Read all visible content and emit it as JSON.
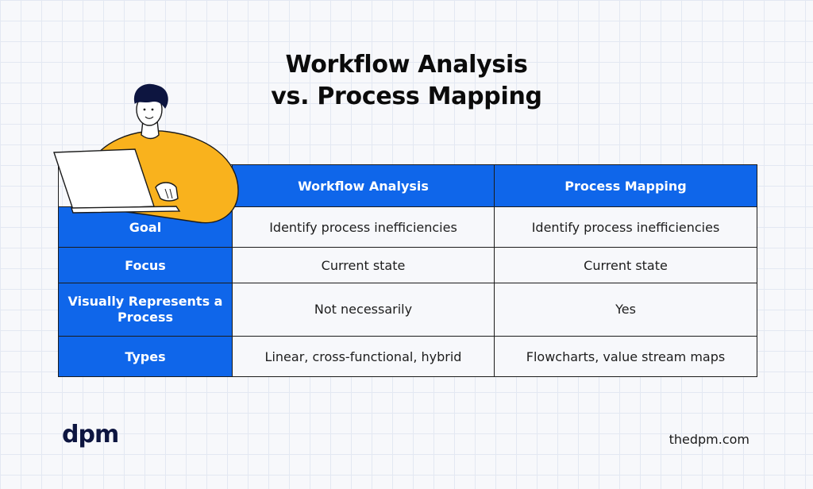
{
  "title": {
    "line1": "Workflow Analysis",
    "line2": "vs. Process Mapping"
  },
  "table": {
    "columns": [
      "Workflow Analysis",
      "Process Mapping"
    ],
    "rows": [
      {
        "label": "Goal",
        "values": [
          "Identify process inefficiencies",
          "Identify process inefficiencies"
        ]
      },
      {
        "label": "Focus",
        "values": [
          "Current state",
          "Current state"
        ]
      },
      {
        "label": "Visually Represents a Process",
        "values": [
          "Not necessarily",
          "Yes"
        ]
      },
      {
        "label": "Types",
        "values": [
          "Linear, cross-functional, hybrid",
          "Flowcharts, value stream maps"
        ]
      }
    ]
  },
  "footer": {
    "logo": "dpm",
    "website": "thedpm.com"
  },
  "colors": {
    "accent_blue": "#0f66ea",
    "shirt_yellow": "#f9b21d",
    "logo_navy": "#0d1540"
  },
  "illustration": "person-with-laptop-icon"
}
